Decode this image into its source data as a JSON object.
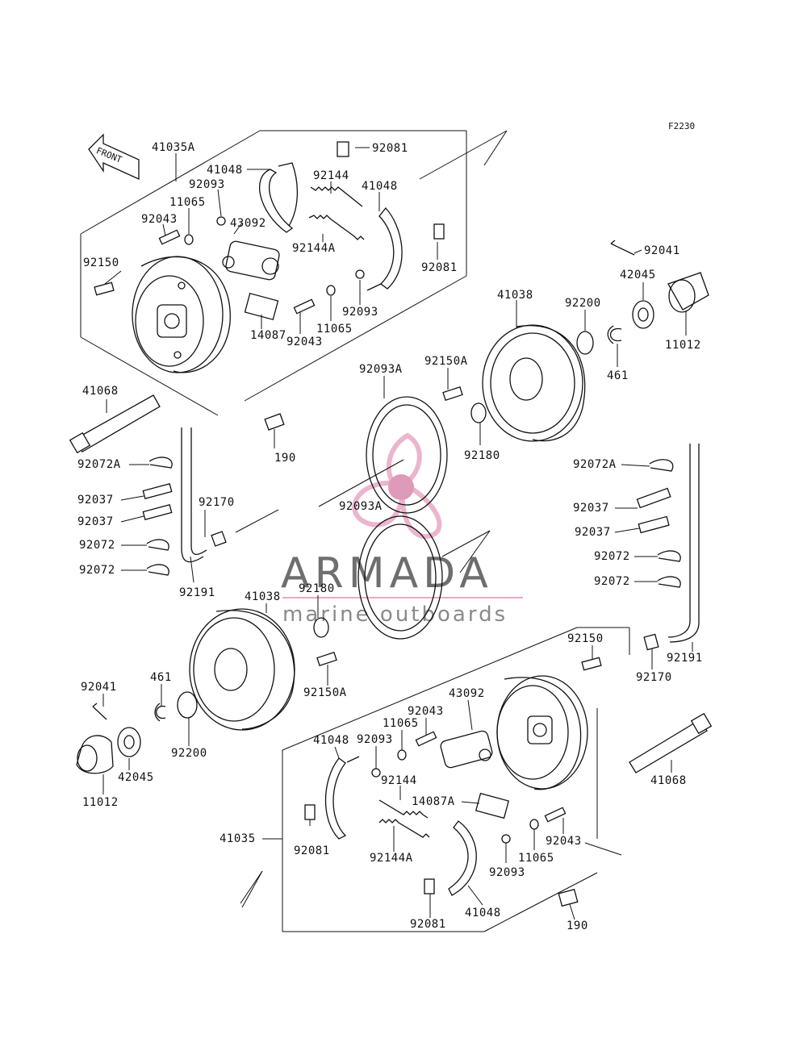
{
  "diagram": {
    "code": "F2230",
    "front_label": "FRONT",
    "labels": {
      "l41035A": "41035A",
      "l41048_a": "41048",
      "l92081_a": "92081",
      "l92093_a": "92093",
      "l92144_a": "92144",
      "l41048_b": "41048",
      "l11065_a": "11065",
      "l92043_a": "92043",
      "l43092_a": "43092",
      "l92144A_a": "92144A",
      "l92081_b": "92081",
      "l92150_a": "92150",
      "l92093_b": "92093",
      "l11065_b": "11065",
      "l92043_b": "92043",
      "l14087": "14087",
      "l41068_a": "41068",
      "l190_a": "190",
      "l92041_a": "92041",
      "l42045_a": "42045",
      "l11012_a": "11012",
      "l41038_a": "41038",
      "l92200_a": "92200",
      "l461_a": "461",
      "l92150A_a": "92150A",
      "l92093A_a": "92093A",
      "l92180_a": "92180",
      "l92072A_a": "92072A",
      "l92037_a": "92037",
      "l92037_b": "92037",
      "l92072_a": "92072",
      "l92072_b": "92072",
      "l92170_a": "92170",
      "l92191_a": "92191",
      "l92093A_b": "92093A",
      "l92072A_b": "92072A",
      "l92037_c": "92037",
      "l92037_d": "92037",
      "l92072_c": "92072",
      "l92072_d": "92072",
      "l41038_b": "41038",
      "l92180_b": "92180",
      "l92150_b": "92150",
      "l92191_b": "92191",
      "l92170_b": "92170",
      "l92041_b": "92041",
      "l461_b": "461",
      "l92150A_b": "92150A",
      "l92200_b": "92200",
      "l43092_b": "43092",
      "l92043_c": "92043",
      "l11065_c": "11065",
      "l92093_c": "92093",
      "l41048_c": "41048",
      "l42045_b": "42045",
      "l11012_b": "11012",
      "l92144_b": "92144",
      "l14087A": "14087A",
      "l41068_b": "41068",
      "l41035": "41035",
      "l92081_c": "92081",
      "l92144A_b": "92144A",
      "l92043_d": "92043",
      "l11065_d": "11065",
      "l92093_d": "92093",
      "l92081_d": "92081",
      "l41048_d": "41048",
      "l190_b": "190"
    }
  },
  "watermark": {
    "title": "ARMADA",
    "subtitle": "marine outboards",
    "colors": {
      "text": "#6e6e6e",
      "accent": "#e8a9c6",
      "accent_dark": "#d889ad"
    }
  }
}
